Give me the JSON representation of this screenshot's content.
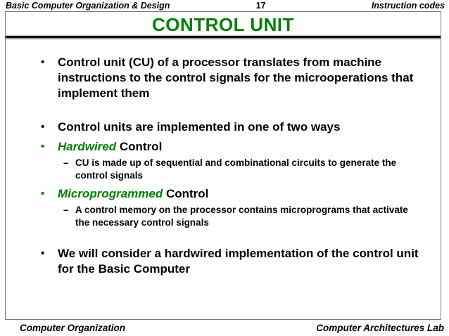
{
  "header": {
    "left": "Basic Computer Organization & Design",
    "page_number": "17",
    "right": "Instruction codes"
  },
  "slide": {
    "title": "CONTROL UNIT",
    "bullet_glyphs": {
      "level1": "•",
      "level2": "–"
    },
    "bullets": [
      {
        "level": 1,
        "text": "Control unit (CU) of a processor translates from machine instructions to the control signals for the microoperations that implement them"
      },
      {
        "level": 1,
        "text": "Control units are implemented in one of two ways"
      },
      {
        "level": 1,
        "highlight": "Hardwired",
        "text": " Control"
      },
      {
        "level": 2,
        "text": "CU is made up of sequential and combinational circuits to generate the control signals"
      },
      {
        "level": 1,
        "highlight": "Microprogrammed",
        "text": " Control"
      },
      {
        "level": 2,
        "text": "A control memory on the processor contains microprograms that activate the necessary control signals"
      },
      {
        "level": 1,
        "text": "We will consider a hardwired implementation of the control unit for the Basic Computer"
      }
    ]
  },
  "footer": {
    "left": "Computer Organization",
    "right": "Computer Architectures Lab"
  },
  "colors": {
    "accent_green": "#008000",
    "text_black": "#000000",
    "separator_gray": "#9b9b9b"
  }
}
